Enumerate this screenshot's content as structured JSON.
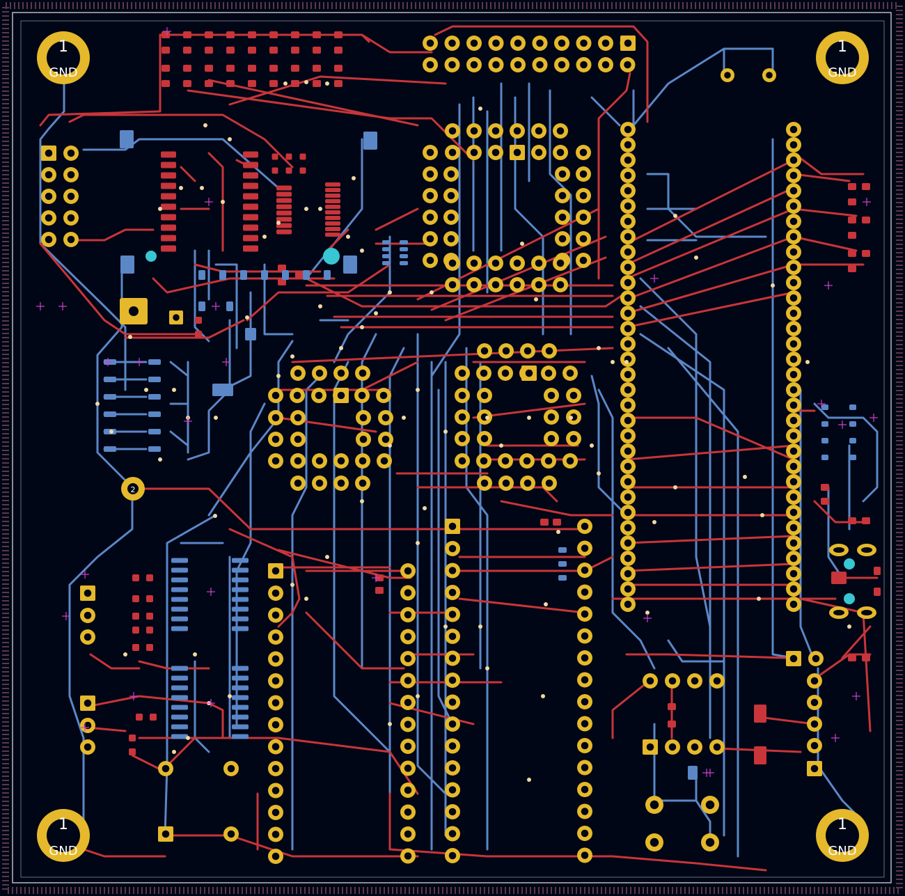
{
  "view": {
    "title": "PCB layout view",
    "colors": {
      "background": "#000615",
      "board_edge": "#b7b9c4",
      "front_copper": "#c8353a",
      "back_copper": "#5b87c7",
      "pad": "#e5b92b",
      "via": "#f0d9a5",
      "marker": "#d040d0",
      "highlight": "#39c6d3"
    }
  },
  "mounting_holes": [
    {
      "id": "mh-top-left",
      "number": "1",
      "net": "GND"
    },
    {
      "id": "mh-top-right",
      "number": "1",
      "net": "GND"
    },
    {
      "id": "mh-bottom-left",
      "number": "1",
      "net": "GND"
    },
    {
      "id": "mh-bottom-right",
      "number": "1",
      "net": "GND"
    }
  ],
  "small_pad_label": "2"
}
